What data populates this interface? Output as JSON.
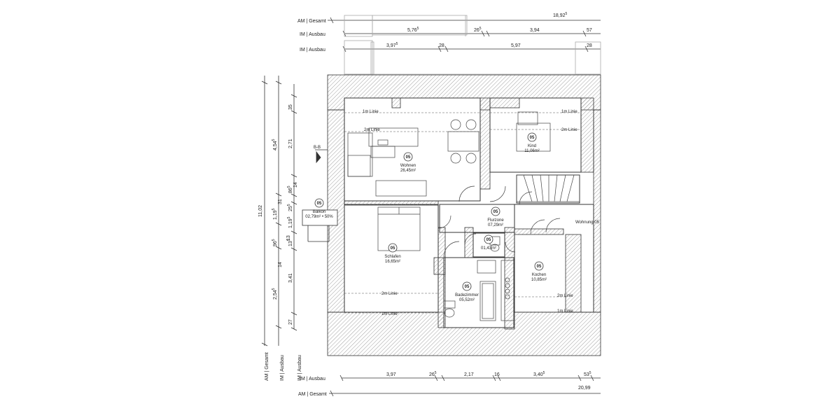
{
  "dim_labels": {
    "am_gesamt": "AM | Gesamt",
    "im_ausbau": "IM | Ausbau"
  },
  "top": {
    "row1_total": "18,92",
    "row1_sup": "5",
    "row2": [
      {
        "v": "5,76",
        "s": "5"
      },
      {
        "v": "26",
        "s": "5"
      },
      {
        "v": "3,94",
        "s": ""
      },
      {
        "v": "57",
        "s": ""
      }
    ],
    "row3": [
      {
        "v": "3,97",
        "s": "5"
      },
      {
        "v": "28",
        "s": ""
      },
      {
        "v": "5,97",
        "s": ""
      },
      {
        "v": "28",
        "s": ""
      }
    ]
  },
  "bottom": {
    "row1": [
      {
        "v": "3,97",
        "s": ""
      },
      {
        "v": "26",
        "s": "5"
      },
      {
        "v": "2,17",
        "s": ""
      },
      {
        "v": "16",
        "s": ""
      },
      {
        "v": "3,40",
        "s": "5"
      },
      {
        "v": "53",
        "s": "5"
      }
    ],
    "row2_total": "20,99"
  },
  "left": {
    "total": "11,02",
    "segments": [
      {
        "v": "4,54",
        "s": "5"
      },
      {
        "v": "1,19",
        "s": "5"
      },
      {
        "v": "96",
        "s": "5"
      },
      {
        "v": "2,54",
        "s": "5"
      }
    ],
    "inner": [
      {
        "v": "35",
        "s": ""
      },
      {
        "v": "2,71",
        "s": ""
      },
      {
        "v": "86",
        "s": "5"
      },
      {
        "v": "25",
        "s": "5"
      },
      {
        "v": "1,19",
        "s": "5"
      },
      {
        "v": "13",
        "s": "5"
      },
      {
        "v": "3,41",
        "s": ""
      },
      {
        "v": "27",
        "s": ""
      }
    ],
    "small": [
      {
        "v": "14",
        "s": ""
      },
      {
        "v": "31",
        "s": ""
      },
      {
        "v": "13",
        "s": ""
      },
      {
        "v": "14",
        "s": ""
      }
    ]
  },
  "section_mark": "B-B",
  "rooms": [
    {
      "id": "wohnen",
      "num": "05",
      "name": "Wohnen",
      "area": "26,45m²"
    },
    {
      "id": "kind",
      "num": "05",
      "name": "Kind",
      "area": "11,06m²"
    },
    {
      "id": "balkon",
      "num": "05",
      "name": "Balkon",
      "area": "02,79m² • 50%"
    },
    {
      "id": "flurzone",
      "num": "05",
      "name": "Flurzone",
      "area": "07,29m²"
    },
    {
      "id": "wc",
      "num": "05",
      "name": "",
      "area": "01,43m²"
    },
    {
      "id": "schlafen",
      "num": "05",
      "name": "Schlafen",
      "area": "16,65m²"
    },
    {
      "id": "kochen",
      "num": "05",
      "name": "Kochen",
      "area": "10,85m²"
    },
    {
      "id": "badezimmer",
      "num": "05",
      "name": "Badezimmer",
      "area": "05,52m²"
    }
  ],
  "wohnung": "Wohnung 05",
  "lines": {
    "one_m": "1m Linie",
    "two_m": "2m Linie"
  }
}
